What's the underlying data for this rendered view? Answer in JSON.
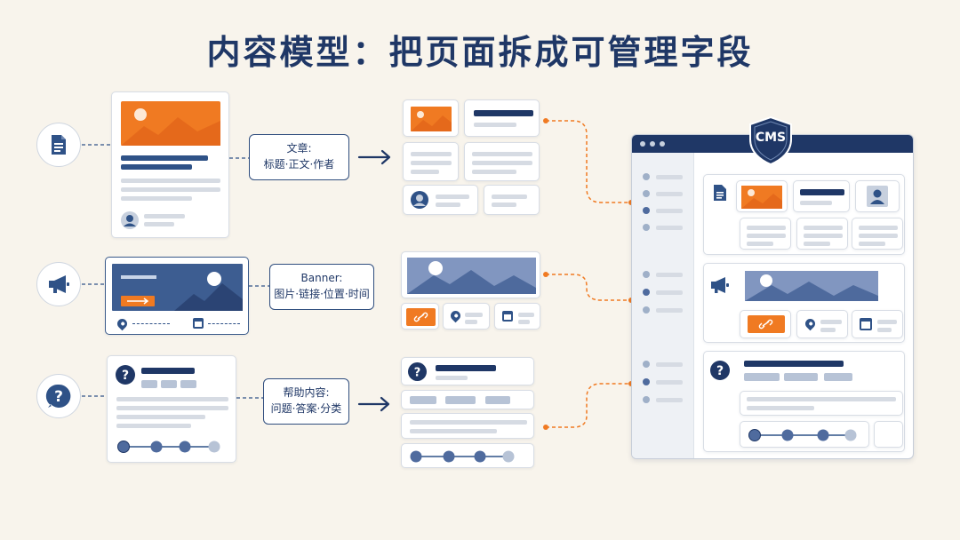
{
  "title": "内容模型：把页面拆成可管理字段",
  "labels": {
    "article": {
      "line1": "文章:",
      "line2": "标题·正文·作者"
    },
    "banner": {
      "line1": "Banner:",
      "line2": "图片·链接·位置·时间"
    },
    "help": {
      "line1": "帮助内容:",
      "line2": "问题·答案·分类"
    }
  },
  "cms": {
    "badge": "CMS"
  },
  "icons": {
    "article": "document-icon",
    "banner": "megaphone-icon",
    "help": "question-icon",
    "image": "image-icon",
    "avatar": "avatar-icon",
    "link": "link-icon",
    "location": "location-pin-icon",
    "calendar": "calendar-icon",
    "shield": "shield-icon"
  },
  "colors": {
    "navy": "#1f3766",
    "orange": "#f07a22",
    "slate": "#5a6f94",
    "background": "#f8f4ec"
  }
}
